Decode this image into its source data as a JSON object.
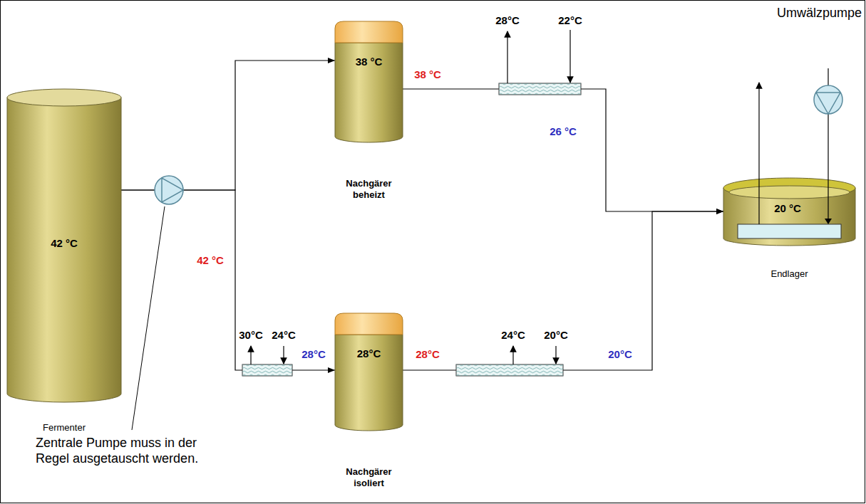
{
  "diagram": {
    "nodes": [
      {
        "text": [
          "42 °C",
          "Fermenter"
        ]
      },
      {
        "text": [
          "38 °C",
          "Nachgärer beheizt"
        ]
      },
      {
        "text": [
          "28°C",
          "Nachgärer isoliert"
        ]
      },
      {
        "text": [
          "20 °C",
          "Endlager"
        ]
      }
    ],
    "edges": [
      {
        "from": 0,
        "to": 1,
        "arrow": "to"
      },
      {
        "from": 0,
        "to": 2,
        "arrow": "to"
      },
      {
        "from": 1,
        "to": 3,
        "arrow": "to"
      },
      {
        "from": 2,
        "to": 3,
        "arrow": "to"
      }
    ],
    "labels": [
      "42 °C",
      "38 °C",
      "28°C",
      "22°C",
      "26 °C",
      "30°C",
      "24°C",
      "28°C",
      "28°C",
      "24°C",
      "20°C",
      "20°C",
      "Umwälzpumpe",
      "Zentrale Pumpe muss in der Regel ausgetauscht werden."
    ]
  }
}
